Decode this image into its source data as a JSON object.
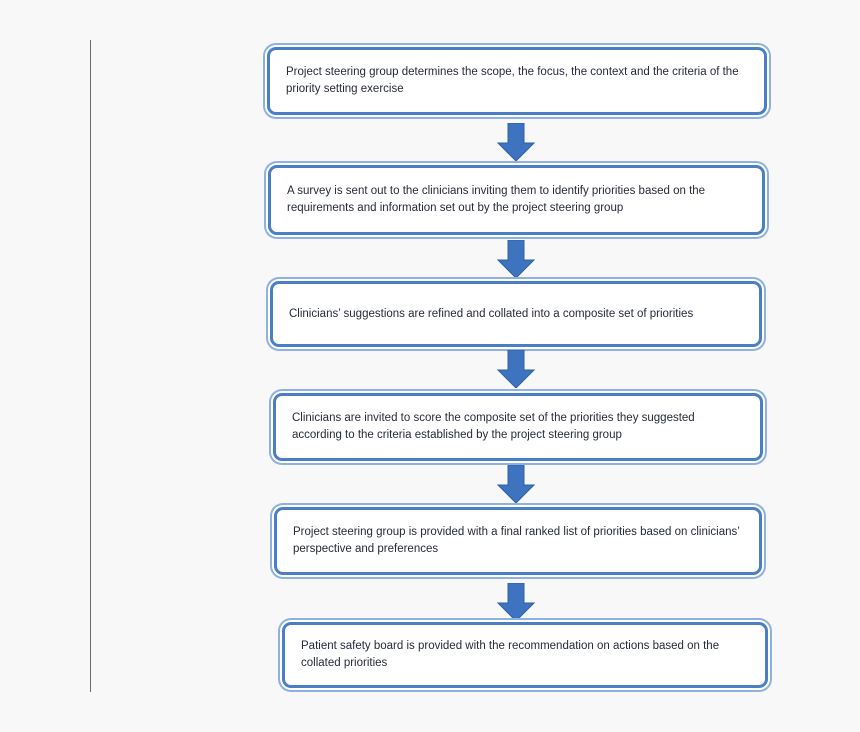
{
  "flowchart": {
    "steps": [
      "Project steering group determines the scope, the focus, the context and the criteria of the priority setting exercise",
      "A survey is sent out to the clinicians inviting them to identify priorities based on the requirements and information set out by the project steering group",
      "Clinicians’ suggestions are refined and collated into a composite set of priorities",
      "Clinicians are invited to score the composite set of the priorities they suggested according to the criteria established by the project steering group",
      "Project steering group is provided with a final ranked list of priorities based on clinicians’ perspective and preferences",
      "Patient safety board is provided with the recommendation on actions based on the collated priorities"
    ],
    "colors": {
      "box_border": "#4a7fc5",
      "arrow_fill": "#3e73c0",
      "text": "#262a3a"
    }
  }
}
